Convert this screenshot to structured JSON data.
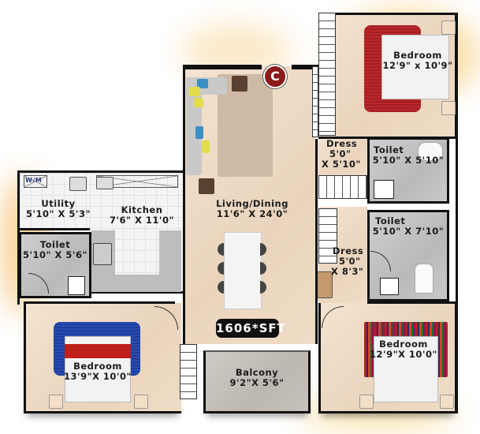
{
  "plan": {
    "area_badge": "1606*SFT",
    "logo_letter": "C",
    "rooms": {
      "bedroom_ne": {
        "name": "Bedroom",
        "size": "12'9\" x 10'9\""
      },
      "dress_1": {
        "name": "Dress",
        "size_a": "5'0\"",
        "size_b": "X 5'10\""
      },
      "toilet_ne": {
        "name": "Toilet",
        "size": "5'10\" X 5'10\""
      },
      "toilet_e": {
        "name": "Toilet",
        "size": "5'10\" X 7'10\""
      },
      "dress_2": {
        "name": "Dress",
        "size_a": "5'0\"",
        "size_b": "X 8'3\""
      },
      "living": {
        "name": "Living/Dining",
        "size": "11'6\" X 24'0\""
      },
      "utility": {
        "name": "Utility",
        "size": "5'10\" X 5'3\"",
        "wm_label": "W/M"
      },
      "kitchen": {
        "name": "Kitchen",
        "size": "7'6\" X 11'0\""
      },
      "toilet_w": {
        "name": "Toilet",
        "size": "5'10\" X 5'6\""
      },
      "bedroom_sw": {
        "name": "Bedroom",
        "size": "13'9\"X 10'0\""
      },
      "balcony": {
        "name": "Balcony",
        "size": "9'2\"X 5'6\""
      },
      "bedroom_se": {
        "name": "Bedroom",
        "size": "12'9\"X 10'0\""
      }
    }
  },
  "colors": {
    "wall": "#111111",
    "floor_beige": "#ead4bd",
    "rug_red": "#a51e22",
    "rug_blue": "#1e3fa0",
    "bedspread_red": "#c0201c",
    "sofa_grey": "#c9c9c9",
    "cushion_blue": "#3a8fc4",
    "cushion_yellow": "#e3dc4a",
    "logo_red": "#8b1a1a",
    "watercolor": "#f6b94f"
  }
}
